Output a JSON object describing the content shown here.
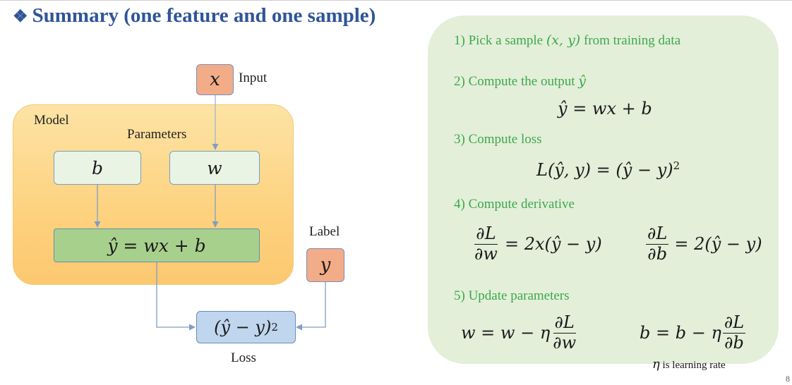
{
  "title": {
    "bullet": "❖",
    "text": "Summary (one feature and one sample)"
  },
  "diagram": {
    "input_var": "x",
    "input_label": "Input",
    "model_label": "Model",
    "parameters_label": "Parameters",
    "param_b": "b",
    "param_w": "w",
    "prediction_eq": "ŷ = wx + b",
    "label_label": "Label",
    "label_var": "y",
    "loss_eq_base": "(ŷ − y)",
    "loss_eq_exp": "2",
    "loss_label": "Loss"
  },
  "steps": {
    "step1": {
      "pre": "1) Pick a sample ",
      "math": "(x, y)",
      "post": " from training data"
    },
    "step2": {
      "pre": "2) Compute the output ",
      "math": "ŷ",
      "eq": "ŷ = wx + b"
    },
    "step3": {
      "text": "3) Compute loss",
      "eq_base": "L(ŷ, y) = (ŷ − y)",
      "eq_exp": "2"
    },
    "step4": {
      "text": "4) Compute derivative",
      "d1_num": "∂L",
      "d1_den": "∂w",
      "d1_rhs": "= 2x(ŷ − y)",
      "d2_num": "∂L",
      "d2_den": "∂b",
      "d2_rhs": "= 2(ŷ − y)"
    },
    "step5": {
      "text": "5) Update parameters",
      "u1_lhs": "w = w − η",
      "u1_num": "∂L",
      "u1_den": "∂w",
      "u2_lhs": "b = b − η",
      "u2_num": "∂L",
      "u2_den": "∂b",
      "note_math": "η",
      "note_text": " is learning rate"
    }
  },
  "corner_mark": "8"
}
